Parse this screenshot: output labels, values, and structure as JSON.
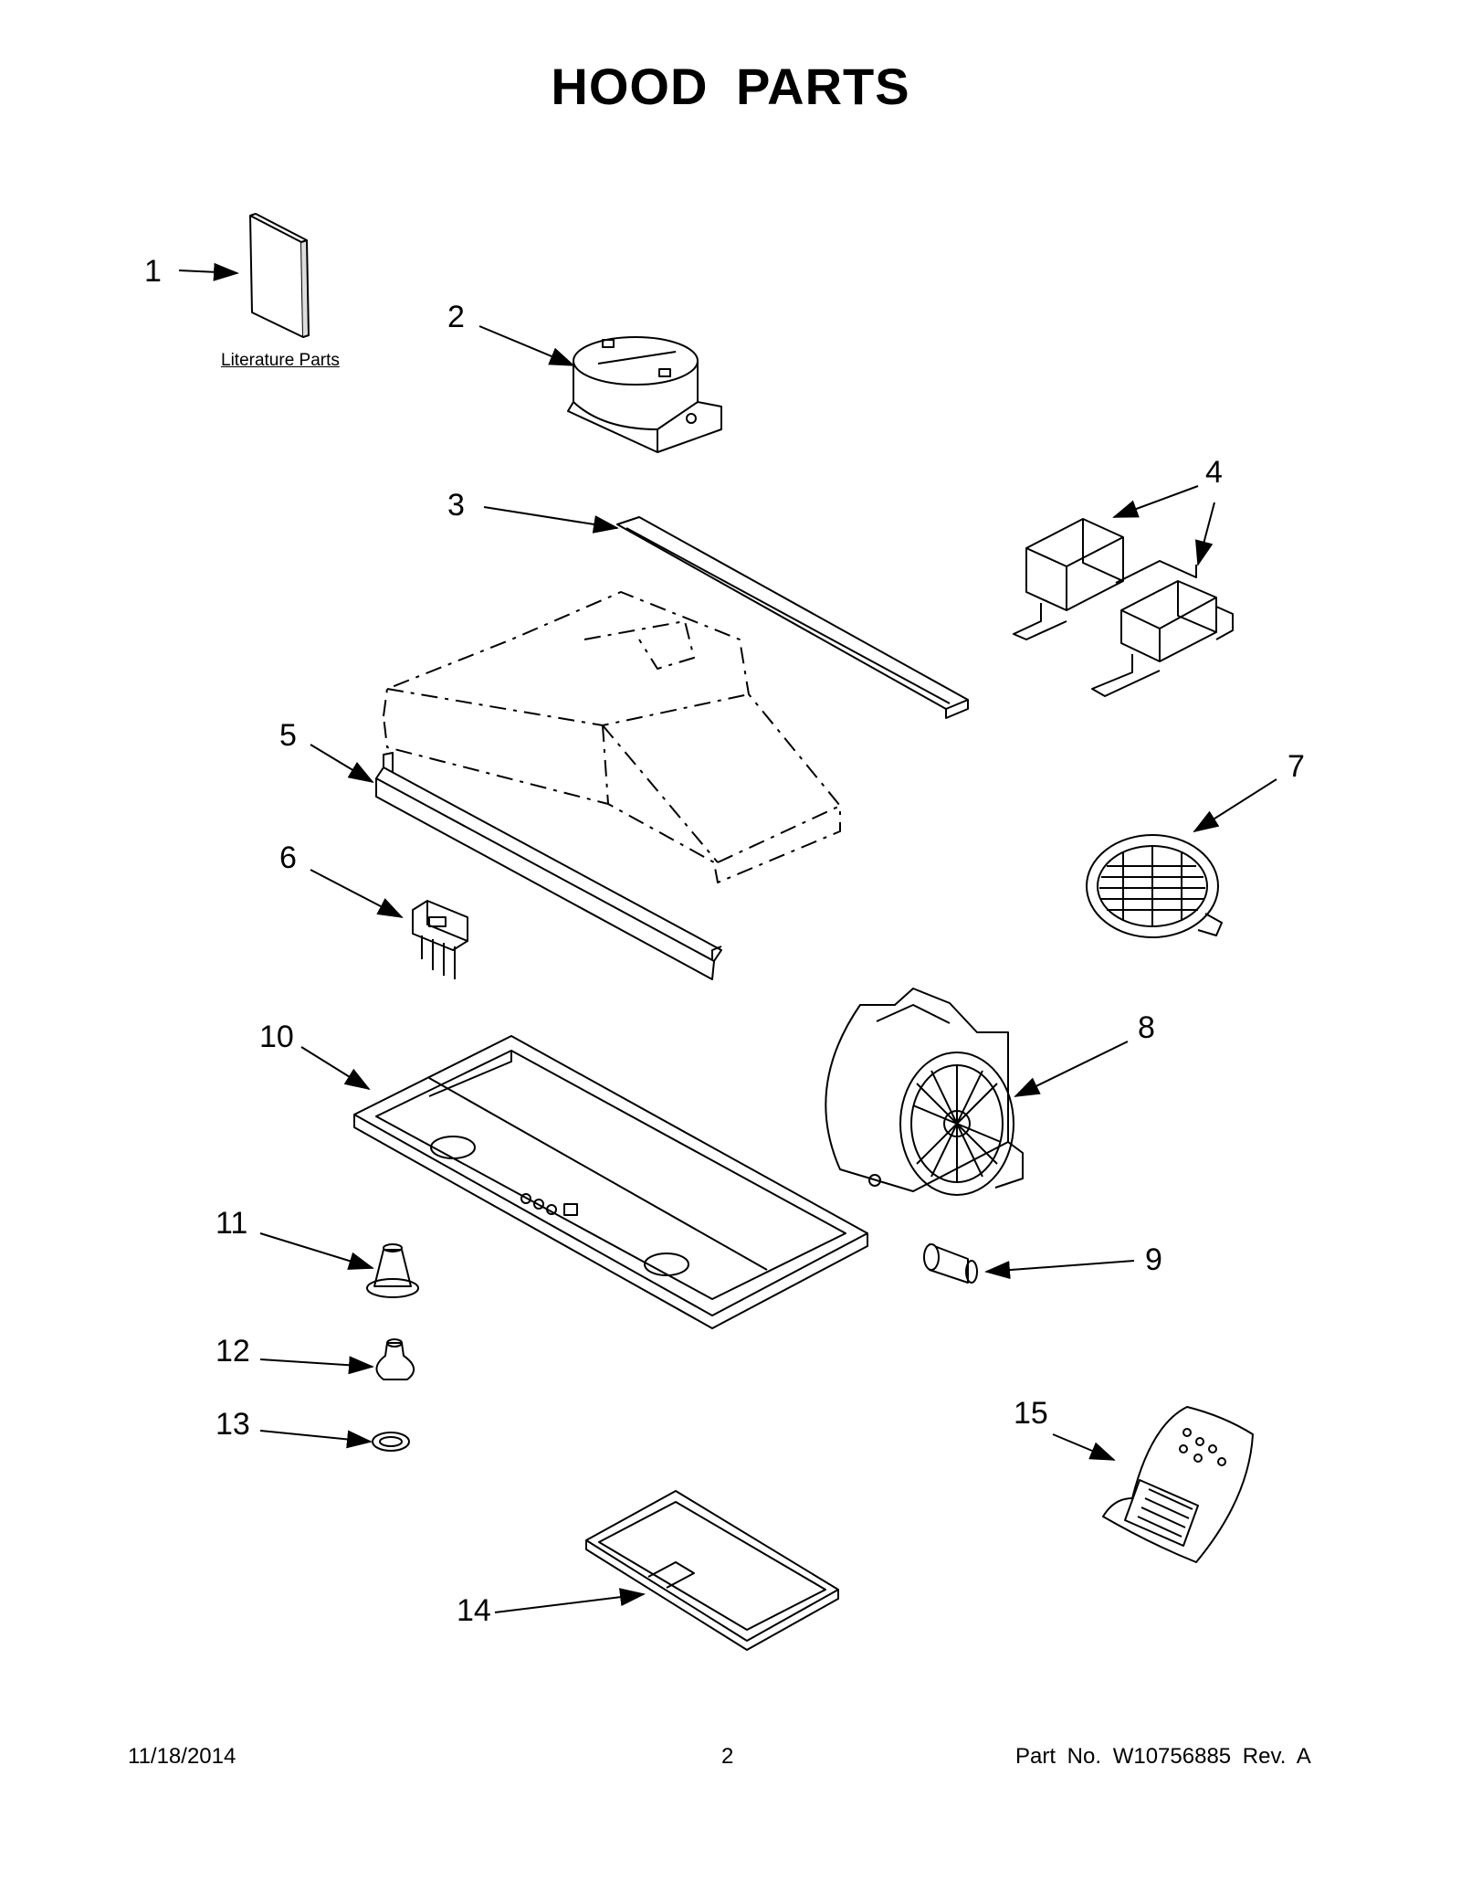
{
  "title": "HOOD PARTS",
  "literature_label": "Literature Parts",
  "callouts": [
    "1",
    "2",
    "3",
    "4",
    "5",
    "6",
    "7",
    "8",
    "9",
    "10",
    "11",
    "12",
    "13",
    "14",
    "15"
  ],
  "footer": {
    "date": "11/18/2014",
    "page": "2",
    "part_number": "Part No.  W10756885  Rev.  A"
  }
}
